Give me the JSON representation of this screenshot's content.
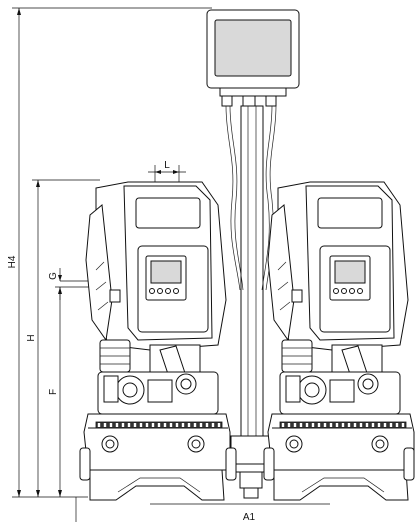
{
  "dimensions": {
    "H4": "H4",
    "H": "H",
    "F": "F",
    "G": "G",
    "L": "L",
    "A1": "A1"
  }
}
